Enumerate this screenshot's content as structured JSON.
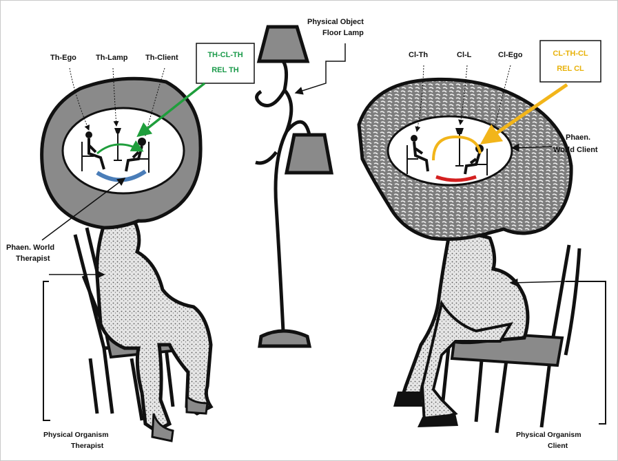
{
  "labels": {
    "th_ego": "Th-Ego",
    "th_lamp": "Th-Lamp",
    "th_client": "Th-Client",
    "cl_th": "Cl-Th",
    "cl_l": "Cl-L",
    "cl_ego": "Cl-Ego",
    "phys_object_line1": "Physical Object",
    "phys_object_line2": "Floor Lamp",
    "phaen_therapist_line1": "Phaen. World",
    "phaen_therapist_line2": "Therapist",
    "phaen_client_line1": "Phaen.",
    "phaen_client_line2": "World Client",
    "organism_therapist_line1": "Physical  Organism",
    "organism_therapist_line2": "Therapist",
    "organism_client_line1": "Physical  Organism",
    "organism_client_line2": "Client"
  },
  "boxes": {
    "therapist_line1": "TH-CL-TH",
    "therapist_line2": "REL TH",
    "client_line1": "CL-TH-CL",
    "client_line2": "REL CL"
  },
  "colors": {
    "therapist_box_text": "#1a9a4a",
    "client_box_text": "#e8b20a",
    "green_arrow": "#1f9e3c",
    "gold_arrow": "#f2b51a",
    "blue_arc": "#4a7db8",
    "red_arc": "#d42020",
    "gray_fill": "#8a8a8a",
    "light_fill": "#d8d8d8"
  }
}
